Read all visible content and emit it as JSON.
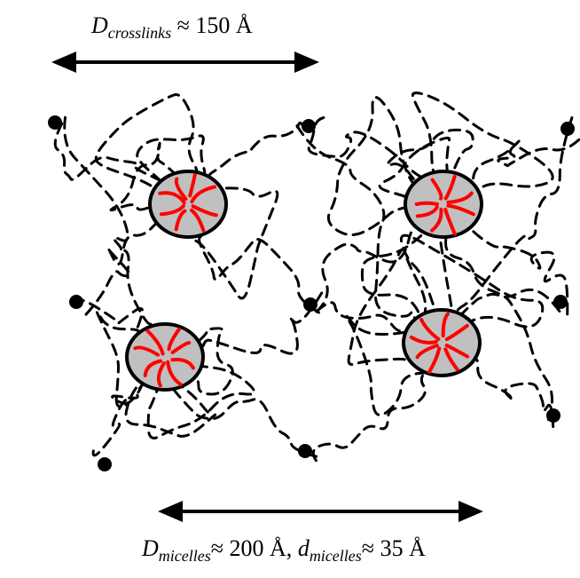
{
  "top_label": {
    "symbol": "D",
    "subscript": "crosslinks",
    "relation": " ≈ 150 Å"
  },
  "bottom_label": {
    "symbol1": "D",
    "subscript1": "micelles",
    "relation1": "≈ 200 Å, ",
    "symbol2": "d",
    "subscript2": "micelles",
    "relation2": "≈ 35 Å"
  },
  "colors": {
    "chain": "#000000",
    "micelle_fill": "#c0c0c0",
    "micelle_outline": "#000000",
    "micelle_strands": "#ff0000",
    "crosslink_dot": "#000000"
  }
}
